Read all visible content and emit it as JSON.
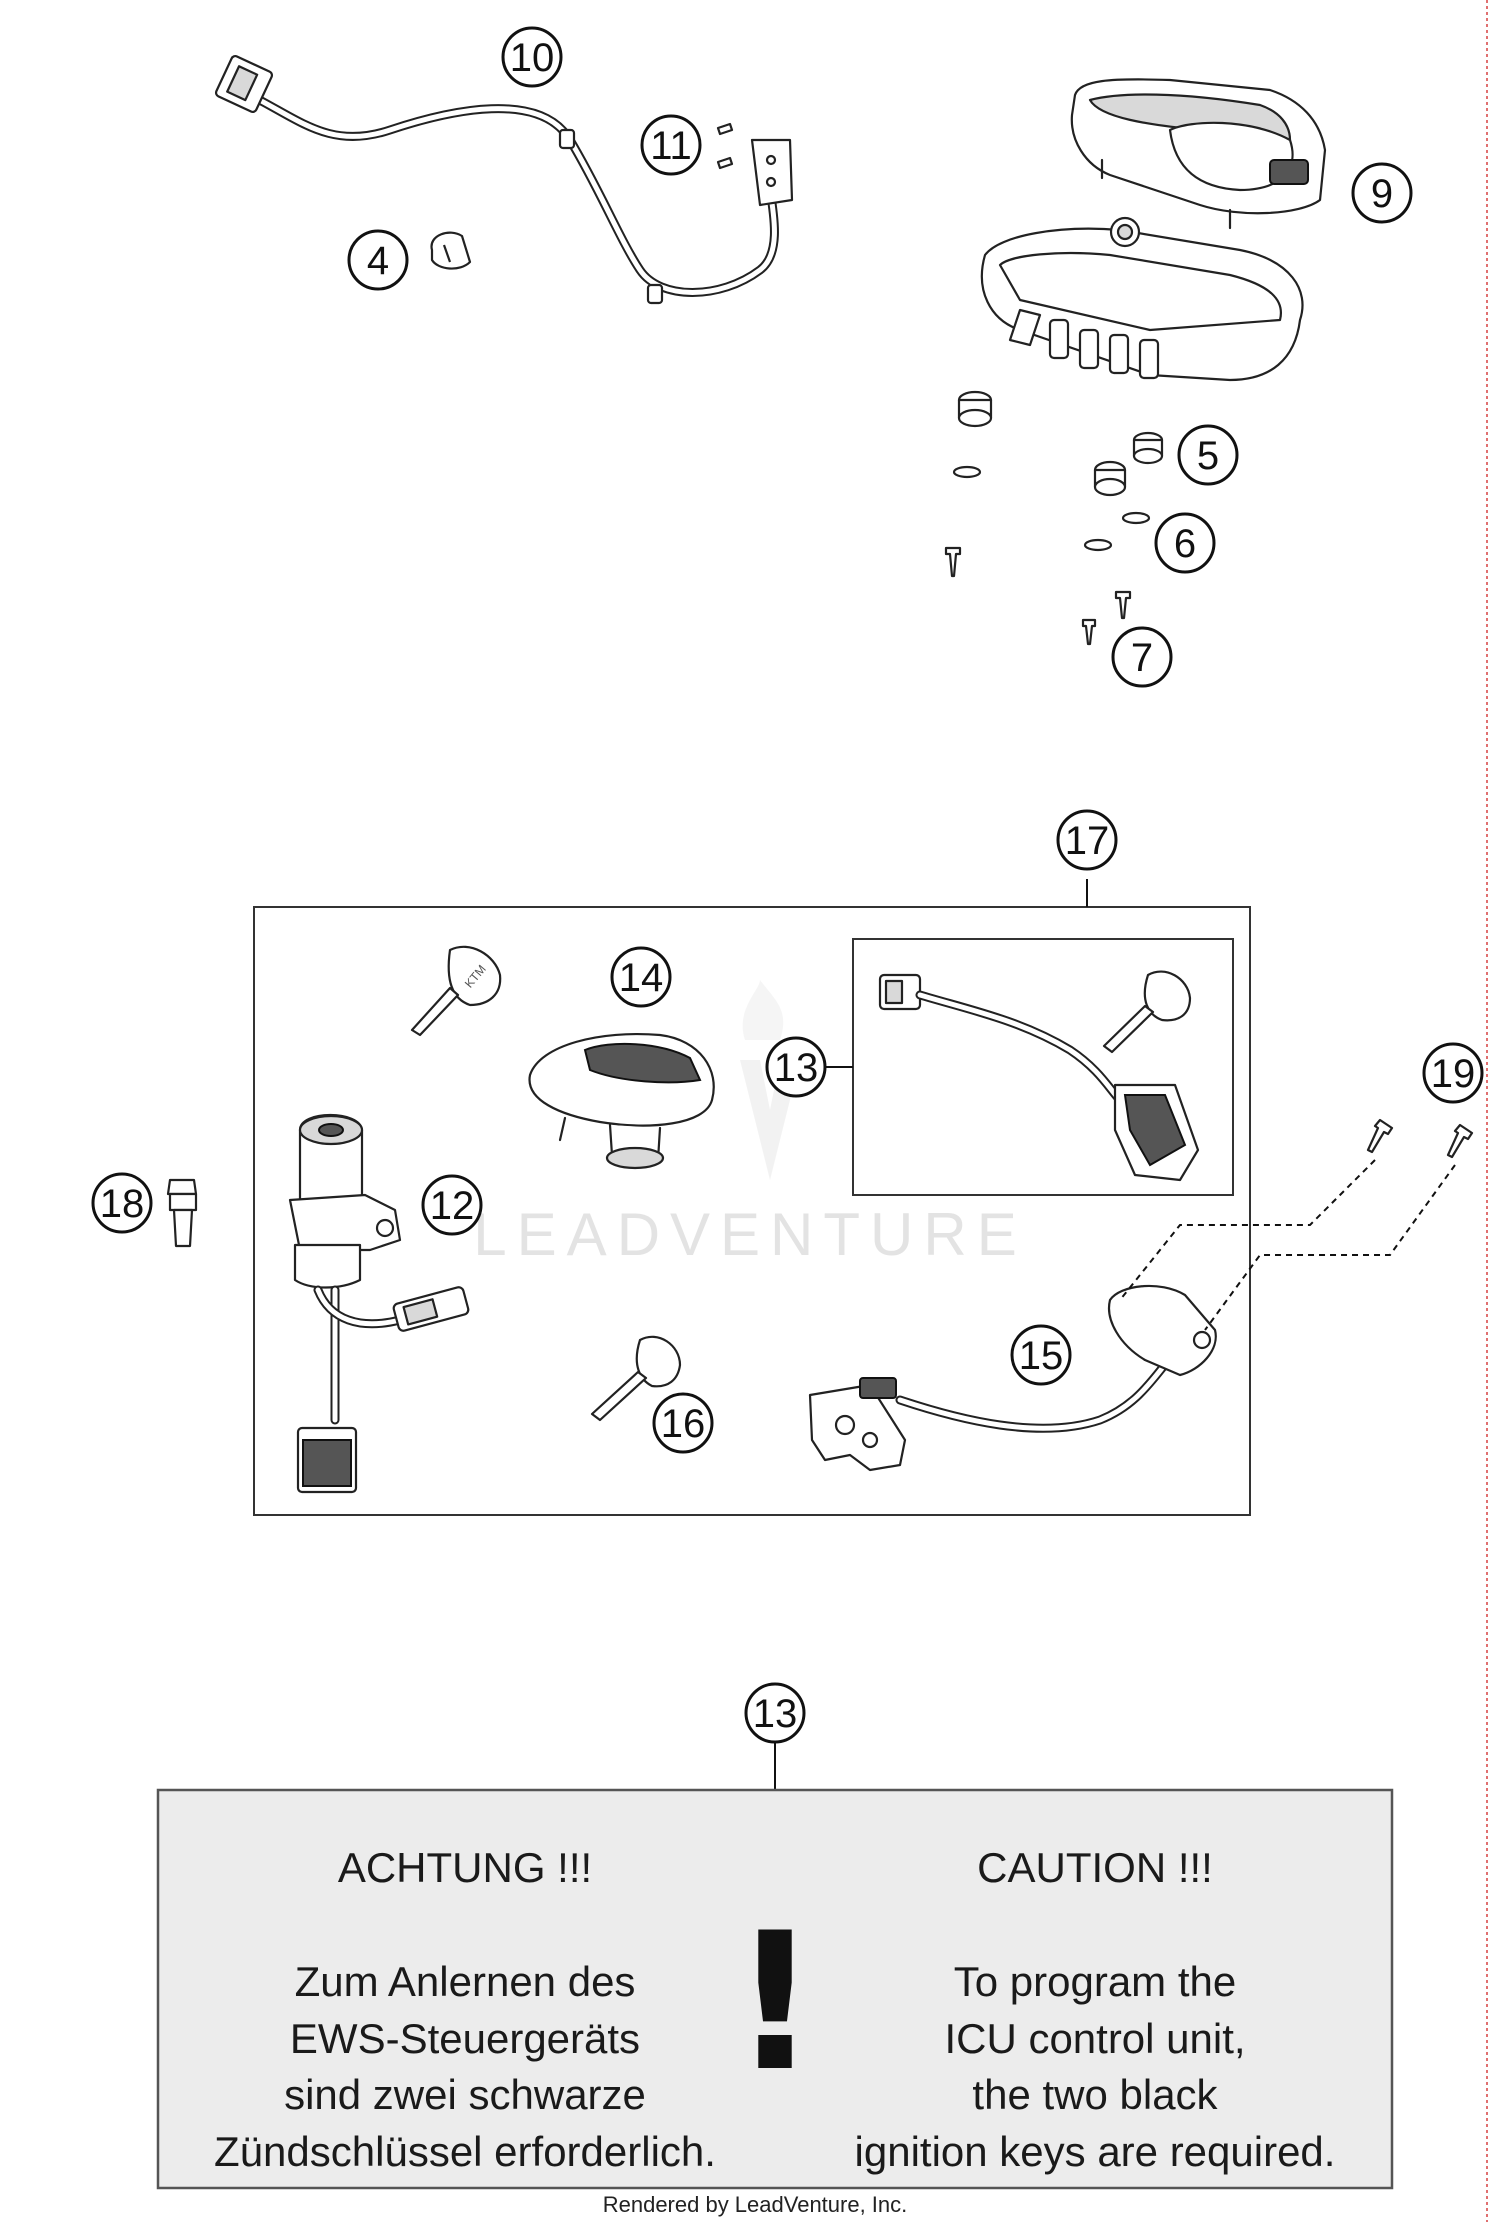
{
  "callouts": {
    "c10": "10",
    "c11": "11",
    "c4": "4",
    "c9": "9",
    "c5": "5",
    "c6": "6",
    "c7": "7",
    "c17": "17",
    "c14": "14",
    "c13a": "13",
    "c12": "12",
    "c18": "18",
    "c19": "19",
    "c15": "15",
    "c16": "16",
    "c13b": "13"
  },
  "watermark": {
    "text": "LEADVENTURE"
  },
  "caution": {
    "left_title": "ACHTUNG !!!",
    "left_lines": [
      "Zum Anlernen des",
      "EWS-Steuergeräts",
      "sind zwei schwarze",
      "Zündschlüssel erforderlich."
    ],
    "right_title": "CAUTION !!!",
    "right_lines": [
      "To program the",
      "ICU control unit,",
      "the two black",
      "ignition keys are required."
    ],
    "symbol": "!"
  },
  "footer": {
    "text": "Rendered by LeadVenture, Inc."
  }
}
